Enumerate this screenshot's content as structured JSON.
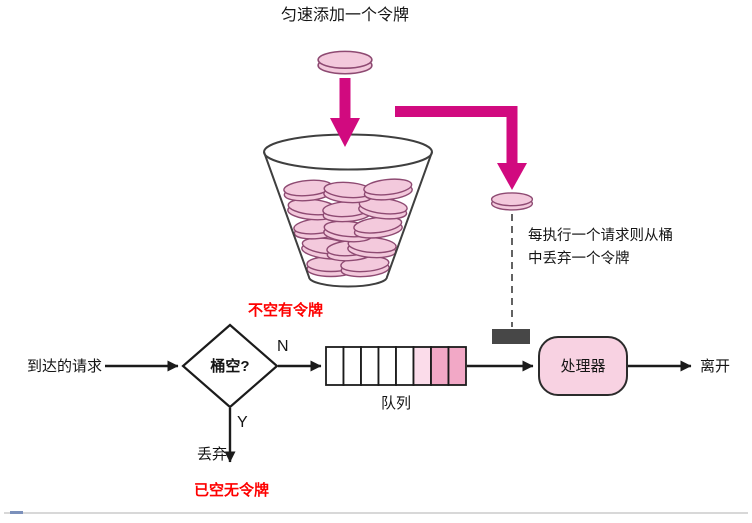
{
  "diagram": {
    "add_token_note": "匀速添加一个令牌",
    "consume_note_line1": "每执行一个请求则从桶",
    "consume_note_line2": "中丢弃一个令牌",
    "arriving_label": "到达的请求",
    "decision_label": "桶空?",
    "branch_not_empty": "不空有令牌",
    "branch_n": "N",
    "branch_y": "Y",
    "discard_label": "丢弃",
    "branch_empty": "已空无令牌",
    "queue_label": "队列",
    "processor_label": "处理器",
    "leave_label": "离开",
    "queue": {
      "cells_total": 8,
      "cells_pink": 2,
      "cells_light_pink": 1
    },
    "colors": {
      "magenta_arrow": "#d10a7f",
      "token_fill": "#f3c9dc",
      "token_stroke": "#8e4a72",
      "processor_fill": "#f8d2e2",
      "queue_pink": "#f2a8c6",
      "queue_light_pink": "#fbdcea",
      "alert_red": "#fe0000",
      "slot_gray": "#474747"
    }
  }
}
